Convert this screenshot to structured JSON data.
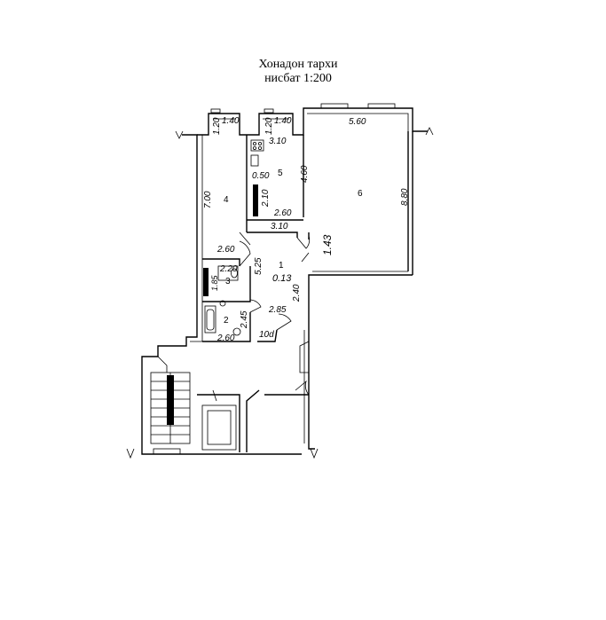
{
  "title": {
    "line1": "Хонадон тархи",
    "line2": "нисбат 1:200"
  },
  "rooms": {
    "r1": "1",
    "r2": "2",
    "r3": "3",
    "r4": "4",
    "r5": "5",
    "r6": "6"
  },
  "dimensions": {
    "d_120": "1.20",
    "d_140a": "1.40",
    "d_140b": "1.40",
    "d_120b": "1.20",
    "d_560": "5.60",
    "d_310a": "3.10",
    "d_460": "4.60",
    "d_880": "8.80",
    "d_050": "0.50",
    "d_210": "2.10",
    "d_700": "7.00",
    "d_260a": "2.60",
    "d_310b": "3.10",
    "d_143": "1.43",
    "d_260b": "2.60",
    "d_220": "2.20",
    "d_525": "5.25",
    "d_185": "1.85",
    "d_013": "0.13",
    "d_240": "2.40",
    "d_285": "2.85",
    "d_245": "2.45",
    "d_260c": "2.60",
    "d_10": "10d"
  }
}
